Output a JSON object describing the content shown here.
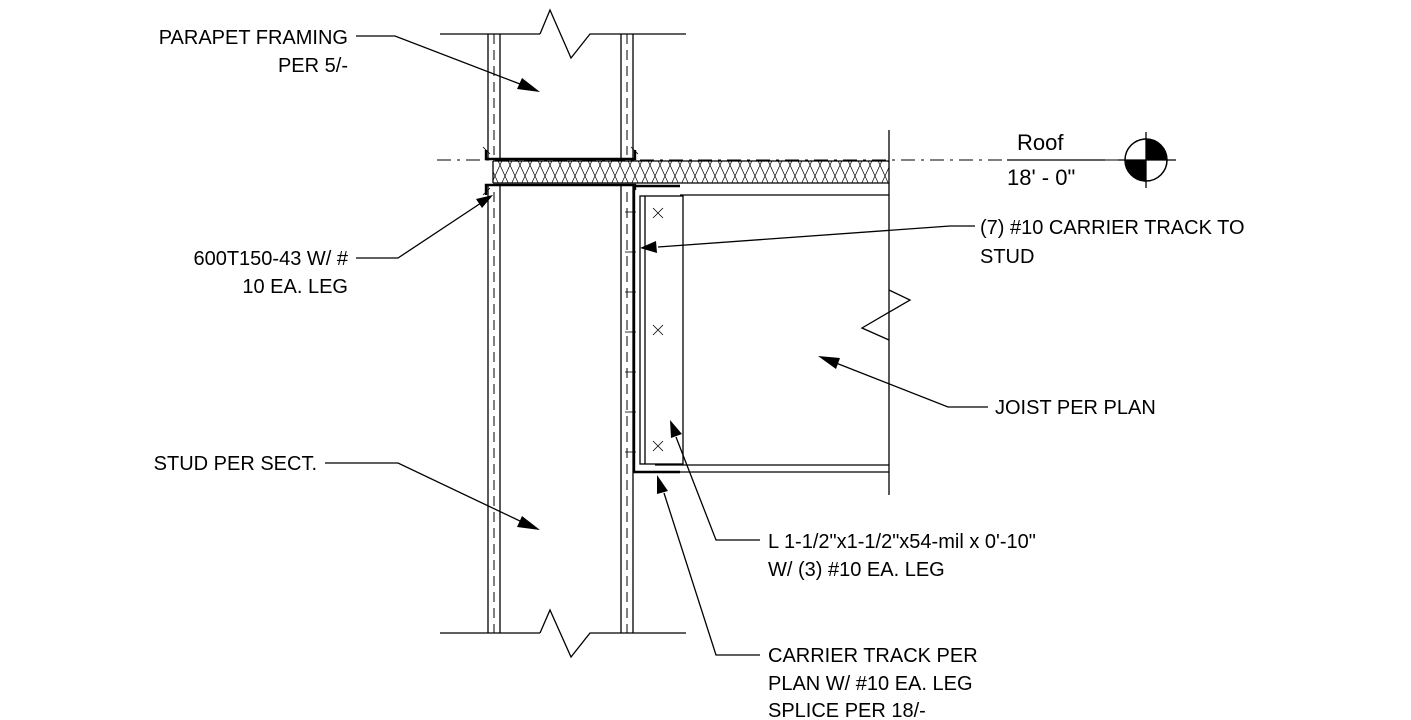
{
  "labels": {
    "parapet": [
      "PARAPET FRAMING",
      "PER 5/-"
    ],
    "track": [
      "600T150-43 W/ #",
      "10 EA. LEG"
    ],
    "stud": [
      "STUD PER SECT."
    ],
    "carrier_screws": [
      "(7) #10 CARRIER TRACK TO",
      "STUD"
    ],
    "joist": [
      "JOIST PER PLAN"
    ],
    "angle": [
      "L 1-1/2\"x1-1/2\"x54-mil x 0'-10\"",
      "W/ (3) #10 EA. LEG"
    ],
    "carrier_track": [
      "CARRIER TRACK PER",
      "PLAN W/ #10 EA. LEG",
      "SPLICE PER 18/-"
    ]
  },
  "level": {
    "name": "Roof",
    "elevation": "18' - 0\""
  }
}
